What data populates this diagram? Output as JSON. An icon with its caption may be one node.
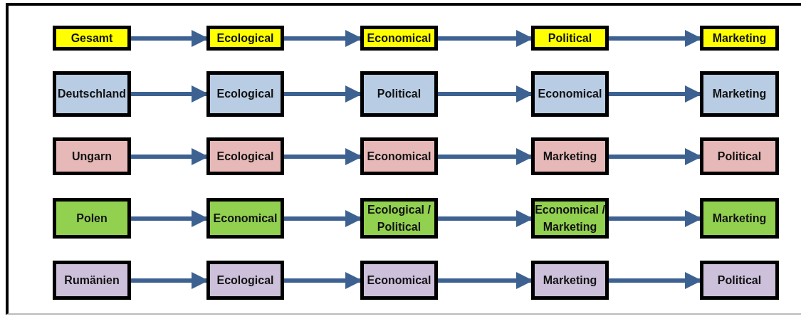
{
  "diagram": {
    "nodes": [
      {
        "text": [
          "Gesamt"
        ]
      },
      {
        "text": [
          "Ecological"
        ]
      },
      {
        "text": [
          "Economical"
        ]
      },
      {
        "text": [
          "Political"
        ]
      },
      {
        "text": [
          "Marketing"
        ]
      },
      {
        "text": [
          "Deutschland"
        ]
      },
      {
        "text": [
          "Ecological"
        ]
      },
      {
        "text": [
          "Political"
        ]
      },
      {
        "text": [
          "Economical"
        ]
      },
      {
        "text": [
          "Marketing"
        ]
      },
      {
        "text": [
          "Ungarn"
        ]
      },
      {
        "text": [
          "Ecological"
        ]
      },
      {
        "text": [
          "Economical"
        ]
      },
      {
        "text": [
          "Marketing"
        ]
      },
      {
        "text": [
          "Political"
        ]
      },
      {
        "text": [
          "Polen"
        ]
      },
      {
        "text": [
          "Economical"
        ]
      },
      {
        "text": [
          "Ecological / Political"
        ]
      },
      {
        "text": [
          "Economical / Marketing"
        ]
      },
      {
        "text": [
          "Marketing"
        ]
      },
      {
        "text": [
          "Rumänien"
        ]
      },
      {
        "text": [
          "Ecological"
        ]
      },
      {
        "text": [
          "Economical"
        ]
      },
      {
        "text": [
          "Marketing"
        ]
      },
      {
        "text": [
          "Political"
        ]
      }
    ],
    "edges": [
      {
        "from": 0,
        "to": 1,
        "arrow": "to"
      },
      {
        "from": 1,
        "to": 2,
        "arrow": "to"
      },
      {
        "from": 2,
        "to": 3,
        "arrow": "to"
      },
      {
        "from": 3,
        "to": 4,
        "arrow": "to"
      },
      {
        "from": 5,
        "to": 6,
        "arrow": "to"
      },
      {
        "from": 6,
        "to": 7,
        "arrow": "to"
      },
      {
        "from": 7,
        "to": 8,
        "arrow": "to"
      },
      {
        "from": 8,
        "to": 9,
        "arrow": "to"
      },
      {
        "from": 10,
        "to": 11,
        "arrow": "to"
      },
      {
        "from": 11,
        "to": 12,
        "arrow": "to"
      },
      {
        "from": 12,
        "to": 13,
        "arrow": "to"
      },
      {
        "from": 13,
        "to": 14,
        "arrow": "to"
      },
      {
        "from": 15,
        "to": 16,
        "arrow": "to"
      },
      {
        "from": 16,
        "to": 17,
        "arrow": "to"
      },
      {
        "from": 17,
        "to": 18,
        "arrow": "to"
      },
      {
        "from": 18,
        "to": 19,
        "arrow": "to"
      },
      {
        "from": 20,
        "to": 21,
        "arrow": "to"
      },
      {
        "from": 21,
        "to": 22,
        "arrow": "to"
      },
      {
        "from": 22,
        "to": 23,
        "arrow": "to"
      },
      {
        "from": 23,
        "to": 24,
        "arrow": "to"
      }
    ]
  }
}
